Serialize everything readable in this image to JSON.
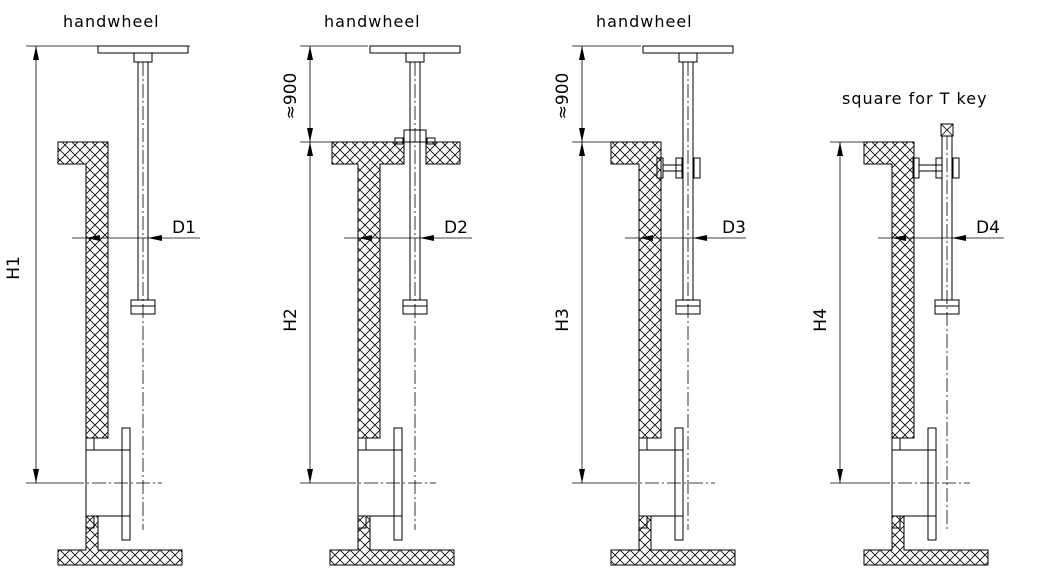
{
  "labels": {
    "handwheel": "handwheel",
    "square_key": "square for T key"
  },
  "figures": [
    {
      "id": "1",
      "top_label": "handwheel",
      "height_label": "H1",
      "diameter_label": "D1",
      "approx_label": ""
    },
    {
      "id": "2",
      "top_label": "handwheel",
      "height_label": "H2",
      "diameter_label": "D2",
      "approx_label": "≈900"
    },
    {
      "id": "3",
      "top_label": "handwheel",
      "height_label": "H3",
      "diameter_label": "D3",
      "approx_label": "≈900"
    },
    {
      "id": "4",
      "top_label": "square for T key",
      "height_label": "H4",
      "diameter_label": "D4",
      "approx_label": ""
    }
  ],
  "colors": {
    "line": "#000000",
    "background": "#ffffff"
  }
}
